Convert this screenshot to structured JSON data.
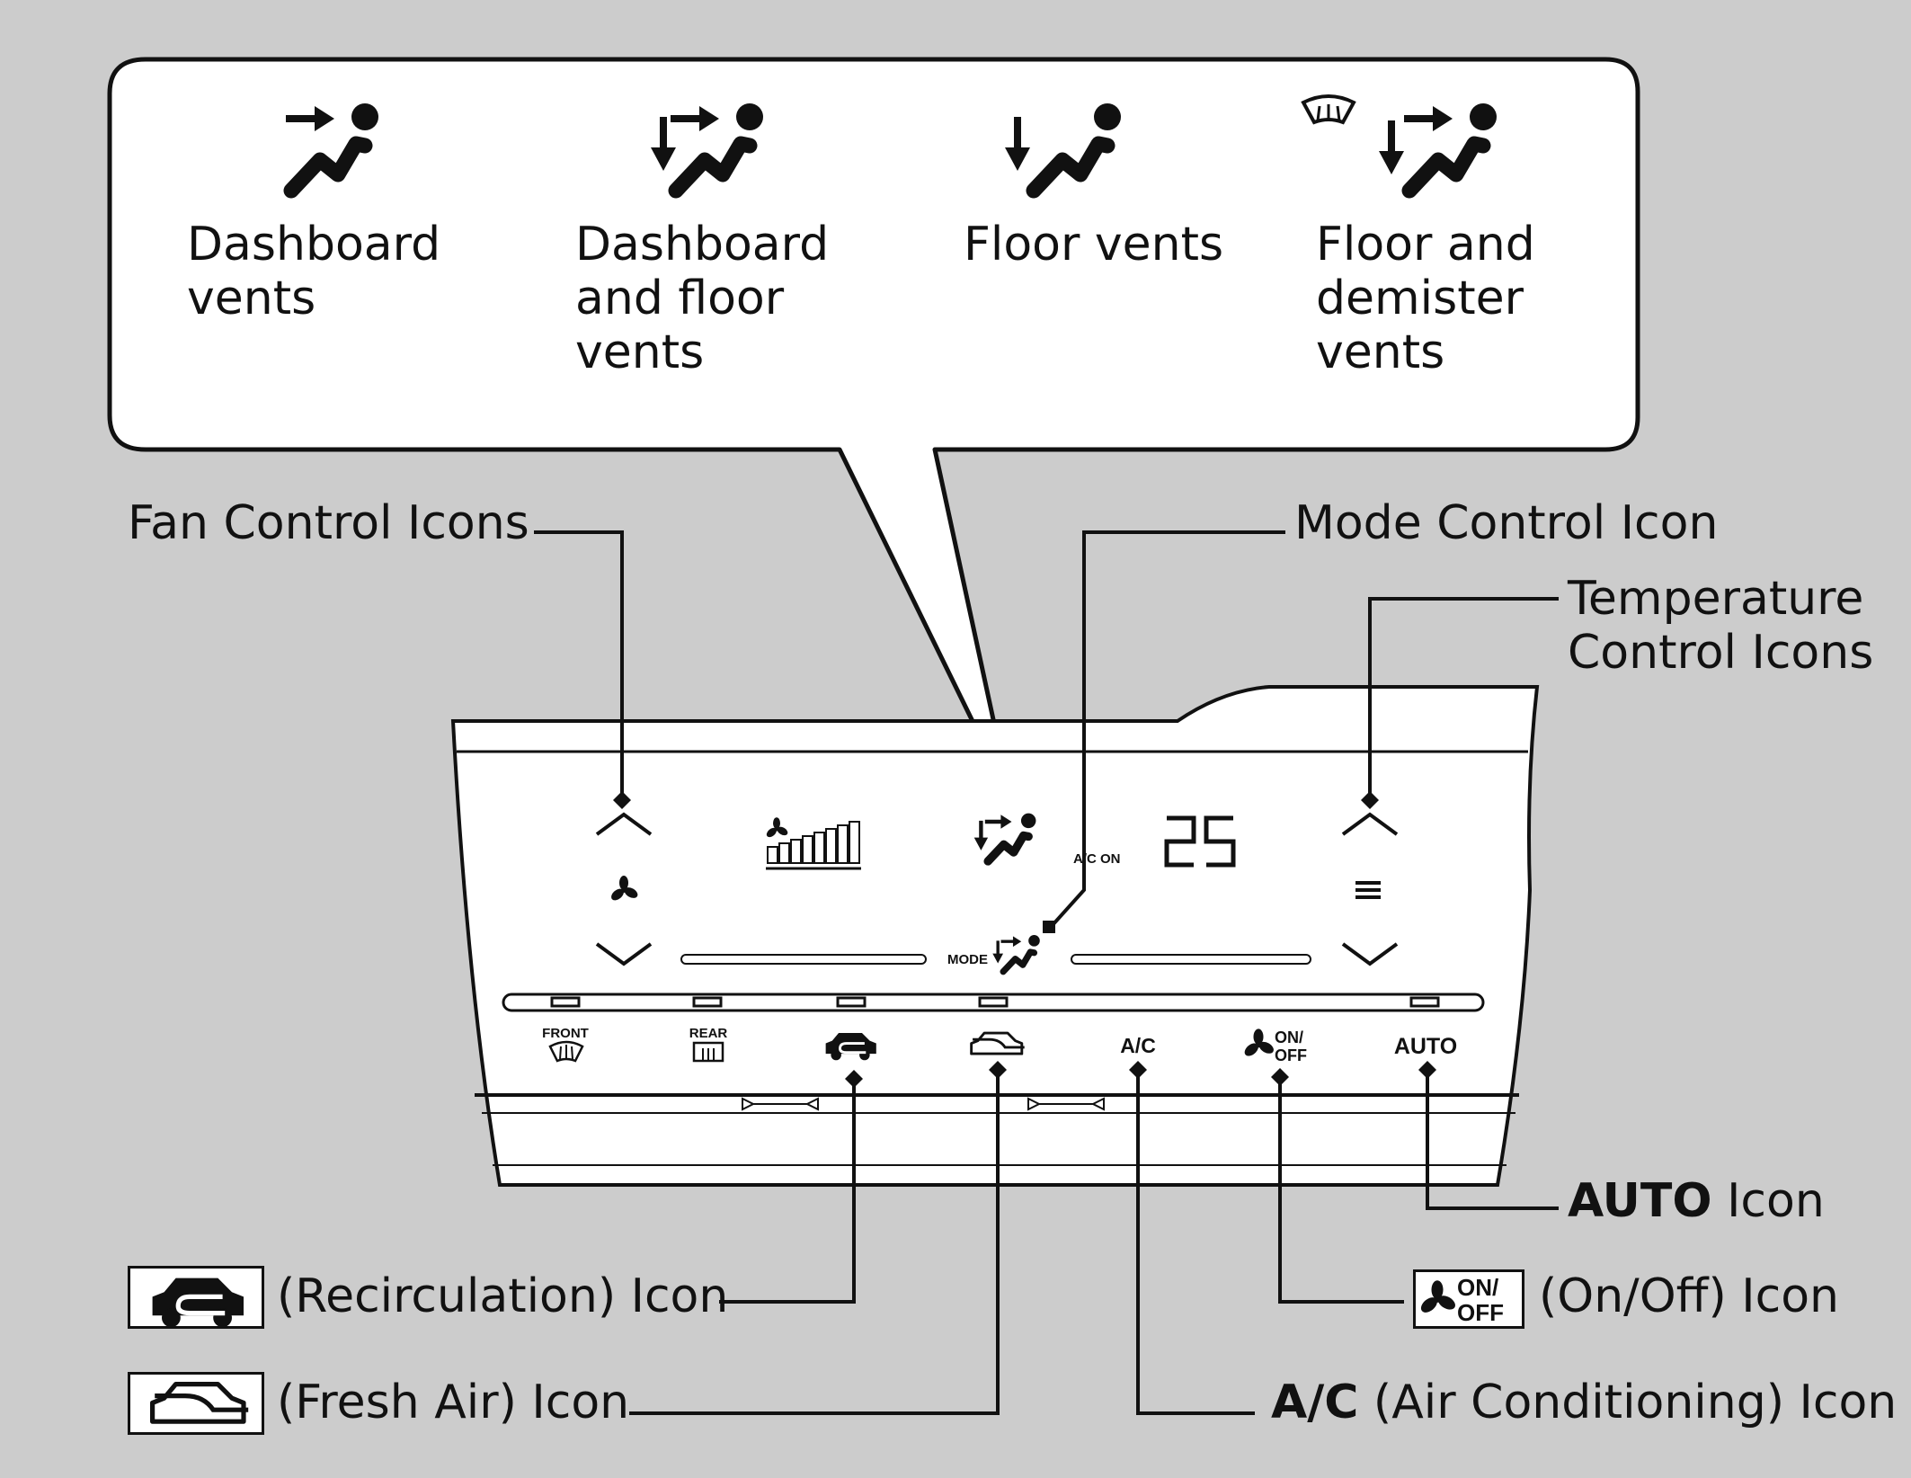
{
  "bubble": {
    "items": [
      {
        "label": "Dashboard\nvents",
        "icon": "dashboard-vent-icon"
      },
      {
        "label": "Dashboard\nand floor\nvents",
        "icon": "dashboard-floor-vent-icon"
      },
      {
        "label": "Floor vents",
        "icon": "floor-vent-icon"
      },
      {
        "label": "Floor and\ndemister\nvents",
        "icon": "floor-demister-vent-icon"
      }
    ]
  },
  "callouts": {
    "fan_control": "Fan Control Icons",
    "mode_control": "Mode Control Icon",
    "temperature_control": "Temperature\nControl Icons",
    "auto_bold": "AUTO",
    "auto_rest": " Icon",
    "onoff_rest": "(On/Off) Icon",
    "ac_bold": "A/C",
    "ac_rest": " (Air Conditioning) Icon",
    "recirc_rest": "(Recirculation) Icon",
    "fresh_rest": "(Fresh Air) Icon"
  },
  "panel": {
    "display_temp": "25",
    "ac_on": "A/C ON",
    "mode_label": "MODE",
    "front_label": "FRONT",
    "rear_label": "REAR",
    "ac_button": "A/C",
    "on_label": "ON/",
    "off_label": "OFF",
    "auto_button": "AUTO"
  },
  "colors": {
    "background": "#cccccc",
    "panel": "#ffffff",
    "line": "#111111"
  }
}
